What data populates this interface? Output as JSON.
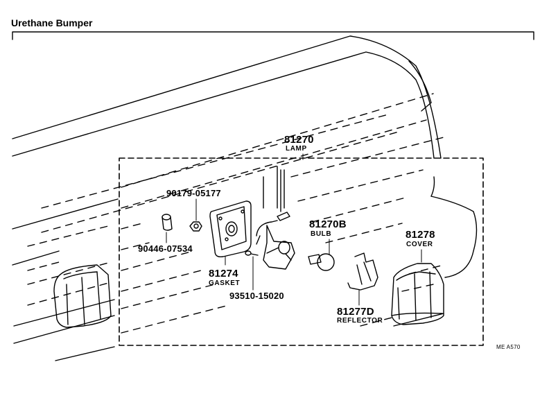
{
  "title": "Urethane Bumper",
  "diagram_code": "ME A570",
  "parts": [
    {
      "number": "81270",
      "name": "LAMP"
    },
    {
      "number": "90179-05177",
      "name": ""
    },
    {
      "number": "90446-07534",
      "name": ""
    },
    {
      "number": "81274",
      "name": "GASKET"
    },
    {
      "number": "93510-15020",
      "name": ""
    },
    {
      "number": "81270B",
      "name": "BULB"
    },
    {
      "number": "81278",
      "name": "COVER"
    },
    {
      "number": "81277D",
      "name": "REFLECTOR"
    }
  ]
}
